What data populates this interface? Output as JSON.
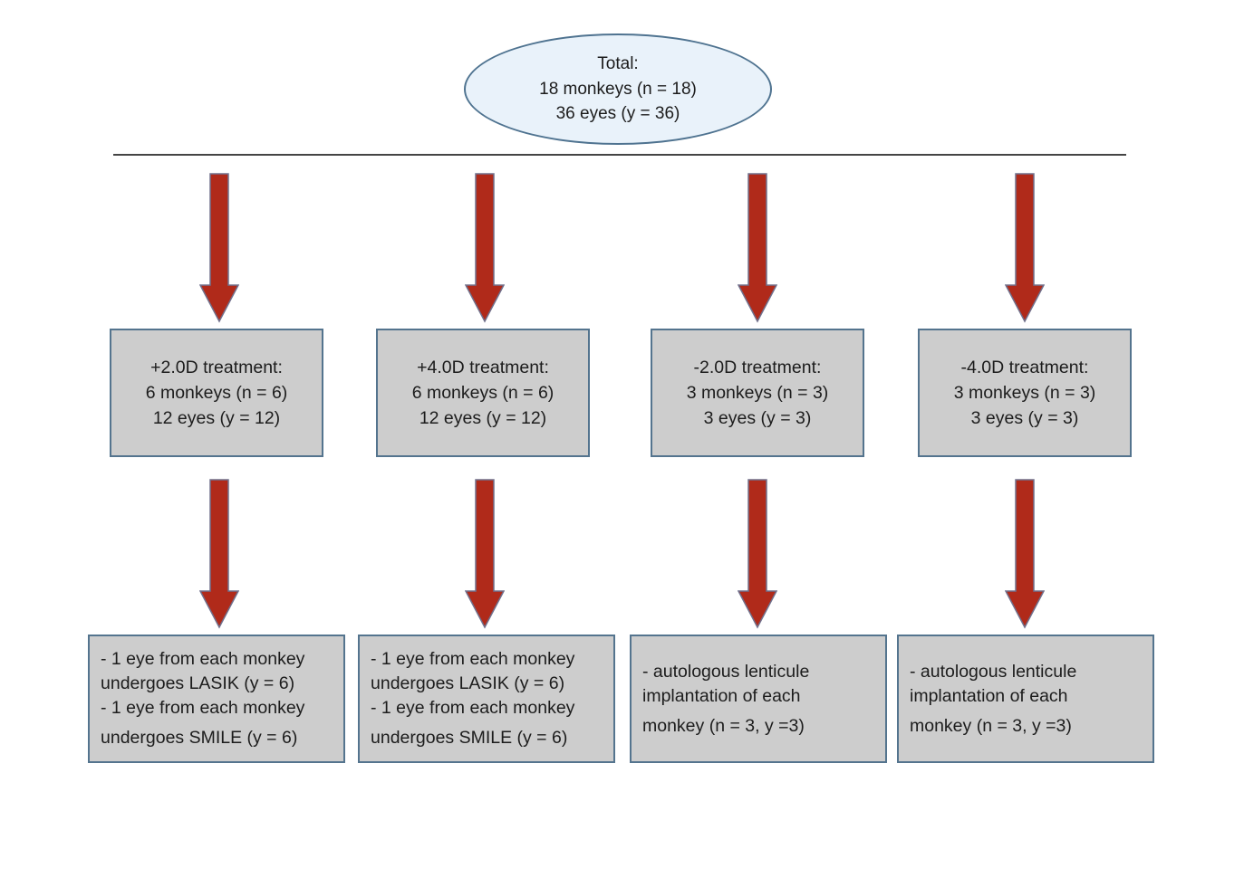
{
  "colors": {
    "node_fill": "#cdcdcd",
    "node_border": "#54748e",
    "ellipse_fill": "#e9f2fa",
    "ellipse_border": "#4f7390",
    "arrow_fill": "#b02a1a",
    "arrow_border": "#70708c",
    "divider": "#444444"
  },
  "total": {
    "lines": [
      "Total:",
      "18 monkeys (n = 18)",
      "36 eyes (y = 36)"
    ]
  },
  "treatments": [
    {
      "lines": [
        "+2.0D treatment:",
        "6 monkeys (n = 6)",
        "12 eyes (y = 12)"
      ]
    },
    {
      "lines": [
        "+4.0D treatment:",
        "6 monkeys (n = 6)",
        "12 eyes (y = 12)"
      ]
    },
    {
      "lines": [
        "-2.0D treatment:",
        "3 monkeys (n = 3)",
        "3 eyes (y = 3)"
      ]
    },
    {
      "lines": [
        "-4.0D treatment:",
        "3 monkeys (n = 3)",
        "3 eyes (y = 3)"
      ]
    }
  ],
  "procedures": [
    {
      "lines": [
        "- 1 eye from each monkey",
        "undergoes LASIK (y = 6)",
        "- 1 eye from each monkey",
        "undergoes SMILE (y = 6)"
      ]
    },
    {
      "lines": [
        "- 1 eye from each monkey",
        "undergoes LASIK (y = 6)",
        "- 1 eye from each monkey",
        "undergoes SMILE (y = 6)"
      ]
    },
    {
      "lines": [
        "- autologous lenticule",
        "implantation of each",
        "monkey (n = 3, y =3)"
      ]
    },
    {
      "lines": [
        "- autologous lenticule",
        "implantation of each",
        "monkey (n = 3, y =3)"
      ]
    }
  ]
}
